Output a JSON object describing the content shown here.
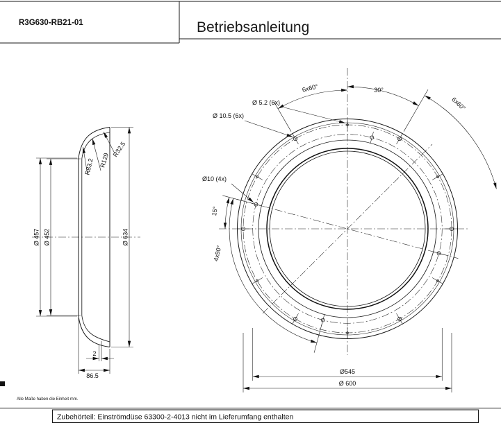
{
  "header": {
    "part_number": "R3G630-RB21-01",
    "title": "Betriebsanleitung"
  },
  "section_view": {
    "dia_457": "Ø 457",
    "dia_452": "Ø 452",
    "dia_634": "Ø 634",
    "radius_32_5": "R32.5",
    "radius_129": "R129",
    "radius_83_2": "R83.2",
    "thickness": "2",
    "depth": "86.5"
  },
  "front_view": {
    "holes_5_2": "Ø 5.2 (6x)",
    "holes_10_5": "Ø 10.5 (6x)",
    "holes_10": "Ø10 (4x)",
    "angle_30": "30°",
    "angle_6x60_left": "6x60°",
    "angle_6x60_right": "6x60°",
    "angle_15": "15°",
    "angle_4x90": "4x90°",
    "bolt_circle_545": "Ø545",
    "bolt_circle_600": "Ø 600"
  },
  "footer": {
    "units_note": "Alle Maße haben die Einheit mm.",
    "accessory_note": "Zubehörteil: Einströmdüse 63300-2-4013 nicht im Lieferumfang enthalten"
  }
}
